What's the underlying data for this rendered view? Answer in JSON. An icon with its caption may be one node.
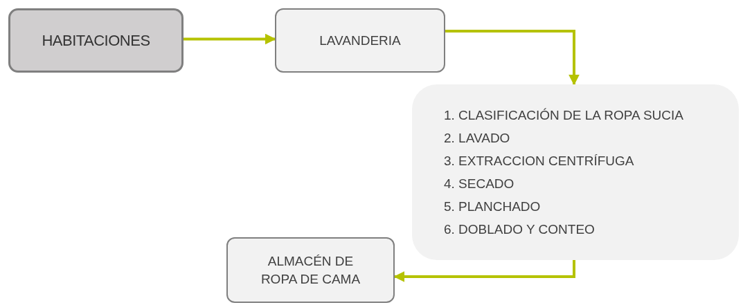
{
  "diagram": {
    "nodes": [
      {
        "text": [
          "HABITACIONES"
        ]
      },
      {
        "text": [
          "LAVANDERIA"
        ]
      },
      {
        "text": [
          "1. CLASIFICACIÓN DE LA ROPA SUCIA",
          "2. LAVADO",
          "3. EXTRACCION CENTRÍFUGA",
          "4. SECADO",
          "5. PLANCHADO",
          "6. DOBLADO Y CONTEO"
        ]
      },
      {
        "text": [
          "ALMACÉN DE ROPA DE CAMA"
        ]
      }
    ],
    "edges": [
      {
        "from": 0,
        "to": 1,
        "arrow": "to"
      },
      {
        "from": 1,
        "to": 2,
        "arrow": "to"
      },
      {
        "from": 2,
        "to": 3,
        "arrow": "to"
      }
    ]
  }
}
